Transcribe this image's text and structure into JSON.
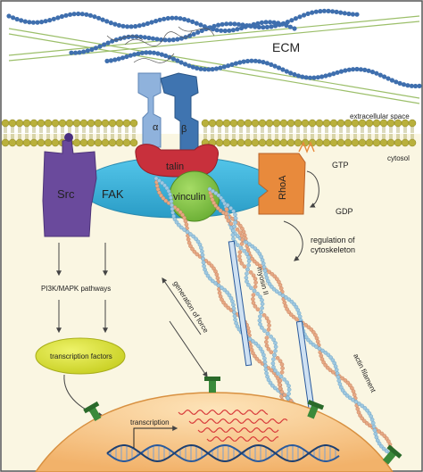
{
  "labels": {
    "ecm": "ECM",
    "alpha": "α",
    "beta": "β",
    "extracellular": "extracellular space",
    "cytosol": "cytosol",
    "talin": "talin",
    "src": "Src",
    "fak": "FAK",
    "vinculin": "vinculin",
    "rhoa": "RhoA",
    "gtp": "GTP",
    "gdp": "GDP",
    "regulation_line1": "regulation of",
    "regulation_line2": "cytoskeleton",
    "pi3k": "PI3K/MAPK pathways",
    "transcription_factors": "transcription factors",
    "generation_of_force": "generation of force",
    "myosin": "myosin II",
    "actin": "actin filament",
    "transcription": "transcription"
  },
  "colors": {
    "ecm_bead": "#3f6fae",
    "ecm_fiber": "#9cbf6a",
    "membrane_head": "#b9b03c",
    "cytosol_bg": "#f8f3d9",
    "integrin_alpha": "#8fb2dc",
    "integrin_beta": "#3f74b0",
    "talin": "#c8303c",
    "fak": "#3cb4dc",
    "vinculin": "#8cc84b",
    "src": "#6a4a9c",
    "rhoa": "#e88a3c",
    "tf": "#dde33a",
    "nucleus": "#f7c88a",
    "actin_a": "#e6a884",
    "actin_b": "#9fc8e0",
    "dna_a": "#2a5a9c",
    "mrna": "#d83a3a",
    "pore": "#3a8a3a"
  }
}
